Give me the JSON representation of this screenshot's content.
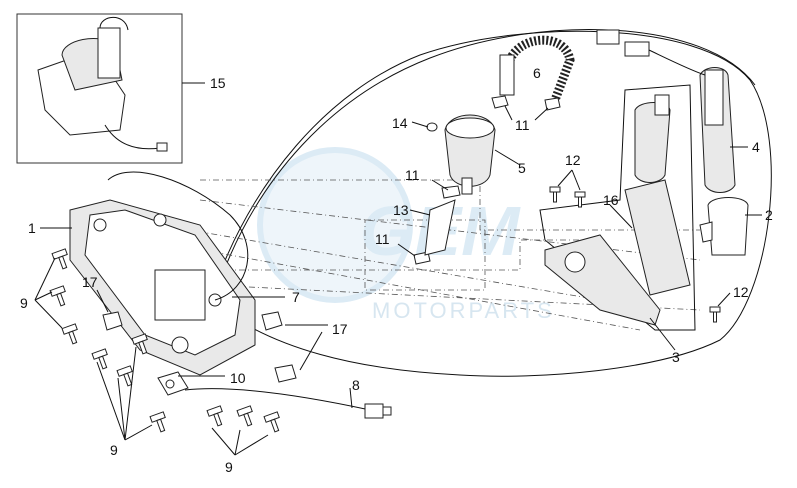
{
  "labels": {
    "l1": "1",
    "l2": "2",
    "l3": "3",
    "l4": "4",
    "l5": "5",
    "l6": "6",
    "l7": "7",
    "l8": "8",
    "l9a": "9",
    "l9b": "9",
    "l9c": "9",
    "l10": "10",
    "l11a": "11",
    "l11b": "11",
    "l11c": "11",
    "l12a": "12",
    "l12b": "12",
    "l13": "13",
    "l14": "14",
    "l15": "15",
    "l16": "16",
    "l17a": "17",
    "l17b": "17"
  },
  "watermark": {
    "logo": "GEM",
    "text": "MOTORPARTS"
  }
}
